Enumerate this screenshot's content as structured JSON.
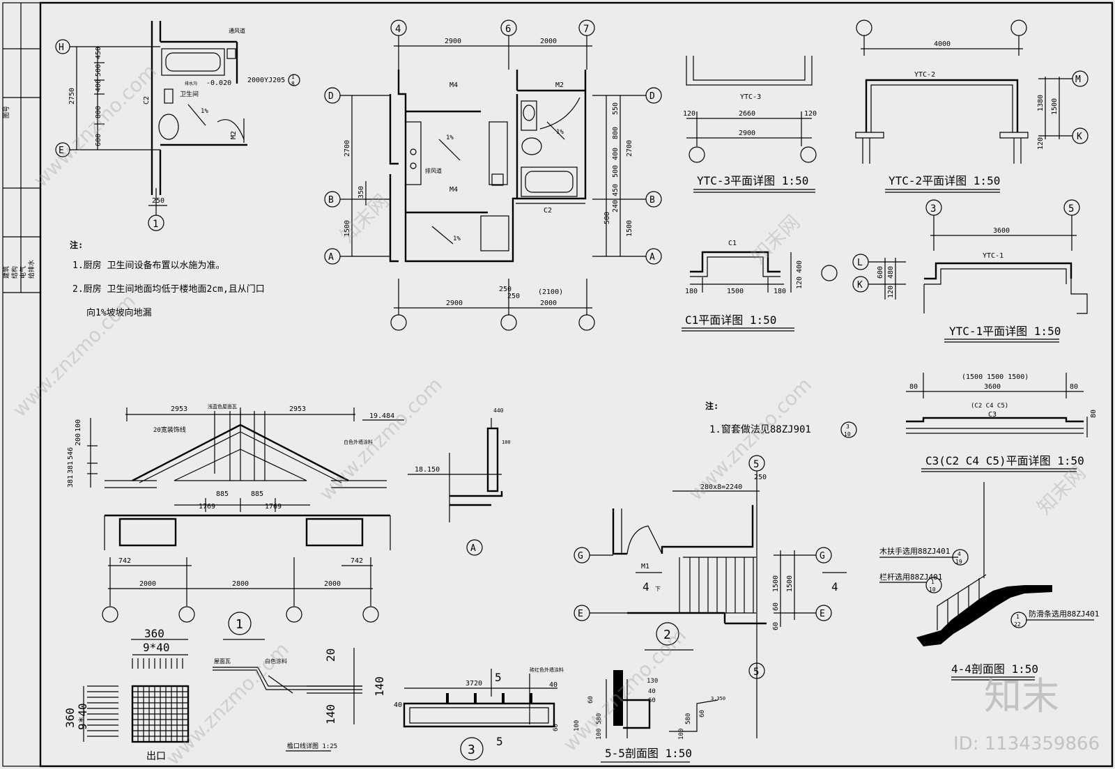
{
  "sheet": {
    "title_block": [
      "建筑",
      "结构",
      "电气",
      "给排水"
    ],
    "title_block_top": "图号"
  },
  "bath_detail": {
    "axes": [
      "H",
      "E",
      "1"
    ],
    "dims_v": [
      "450",
      "500",
      "400",
      "800",
      "600"
    ],
    "dim_total": "2750",
    "labels": {
      "vent": "通风道",
      "std": "2000YJ205",
      "std_ref_top": "1",
      "std_ref_bot": "8",
      "level": "-0.020",
      "room": "卫生间",
      "slope": "1%",
      "door": "M2",
      "window": "C2",
      "aux": "排水沟",
      "dim_bottom": "250"
    }
  },
  "notes_1": {
    "title": "注:",
    "lines": [
      "1.厨房 卫生间设备布置以水施为准。",
      "2.厨房 卫生间地面均低于楼地面2cm,且从门口",
      "向1%坡坡向地漏"
    ]
  },
  "kitchen_plan": {
    "axes_top": [
      "4",
      "6",
      "7"
    ],
    "axes_side": [
      "D",
      "B",
      "A"
    ],
    "dims_top": [
      "2900",
      "2000"
    ],
    "dims_bottom": [
      "2900",
      "250",
      "250",
      "(2100)",
      "2000"
    ],
    "dims_left": [
      "2700",
      "350",
      "1500"
    ],
    "dims_right": [
      "550",
      "800",
      "400",
      "500",
      "450",
      "240",
      "1500",
      "500",
      "2700"
    ],
    "labels": {
      "m4a": "M4",
      "m4b": "M4",
      "m2": "M2",
      "c2": "C2",
      "slope1": "1%",
      "slope2": "1%",
      "slope3": "1%",
      "vent": "排风道"
    }
  },
  "ytc3": {
    "label": "YTC-3",
    "dims": [
      "120",
      "2660",
      "120",
      "2900"
    ],
    "title": "YTC-3平面详图 1:50"
  },
  "ytc2": {
    "dim_top": "4000",
    "label": "YTC-2",
    "axes": [
      "M",
      "K"
    ],
    "dims": [
      "1380",
      "1500",
      "120"
    ],
    "title": "YTC-2平面详图 1:50"
  },
  "c1": {
    "label": "C1",
    "dims": [
      "180",
      "1500",
      "180",
      "400",
      "120"
    ],
    "title": "C1平面详图 1:50"
  },
  "ytc1": {
    "axes_top": [
      "3",
      "5"
    ],
    "dim_top": "3600",
    "label": "YTC-1",
    "axes": [
      "L",
      "K"
    ],
    "dims": [
      "600",
      "480",
      "120"
    ],
    "title": "YTC-1平面详图 1:50"
  },
  "c3": {
    "dims": [
      "80",
      "(1500 1500 1500)",
      "3600",
      "80",
      "(C2 C4 C5)",
      "C3",
      "80"
    ],
    "title": "C3(C2 C4 C5)平面详图 1:50"
  },
  "notes_2": {
    "title": "注:",
    "line": "1.窗套做法见88ZJ901",
    "ref_top": "3",
    "ref_bot": "10"
  },
  "elevation_1": {
    "dims_top": [
      "2953",
      "2953"
    ],
    "level": "19.484",
    "labels": {
      "tile1": "浅蓝色屋面瓦",
      "tile2": "20宽装饰线",
      "paint": "白色外墙涂料"
    },
    "dims_mid": [
      "885",
      "885",
      "1769",
      "1769"
    ],
    "dims_left": [
      "546",
      "200",
      "100",
      "381",
      "381"
    ],
    "dims_low": [
      "742",
      "742"
    ],
    "dims_bottom": [
      "2000",
      "2800",
      "2000"
    ],
    "tag": "1"
  },
  "detail_a": {
    "dims": [
      "440",
      "100"
    ],
    "level": "18.150",
    "tag": "A"
  },
  "stair_plan": {
    "axes": [
      "5",
      "G",
      "E",
      "5"
    ],
    "dims": [
      "250",
      "280x8=2240",
      "1500",
      "1500",
      "60",
      "60"
    ],
    "labels": {
      "door": "M1",
      "sec_l": "4",
      "down": "下",
      "sec_r": "4"
    },
    "tag": "2"
  },
  "section_44": {
    "labels": [
      "木扶手选用88ZJ401",
      "栏杆选用88ZJ401",
      "防滑条选用88ZJ401"
    ],
    "refs": [
      {
        "top": "4",
        "bot": "19"
      },
      {
        "top": "1",
        "bot": "10"
      },
      {
        "top": "1",
        "bot": "22"
      }
    ],
    "title": "4-4剖面图 1:50"
  },
  "vent_detail": {
    "dims": [
      "360",
      "9*40",
      "360",
      "9*40"
    ],
    "title": "出口"
  },
  "eave_detail": {
    "labels": [
      "屋面瓦",
      "白色涂料"
    ],
    "dims": [
      "20",
      "140",
      "140"
    ],
    "title": "檐口线详图 1:25"
  },
  "detail_3": {
    "dims": [
      "3720",
      "5",
      "40",
      "5",
      "40",
      "60",
      "100"
    ],
    "label": "砖红色外墙涂料",
    "tag": "3"
  },
  "section_55": {
    "dims": [
      "130",
      "40",
      "60",
      "580",
      "100",
      "60",
      "580",
      "100",
      "60",
      "3.350"
    ],
    "title": "5-5剖面图 1:50"
  },
  "branding": {
    "name": "知末",
    "id": "ID: 1134359866",
    "watermark": "www.znzmo.com",
    "watermark_cn": "知末网"
  }
}
